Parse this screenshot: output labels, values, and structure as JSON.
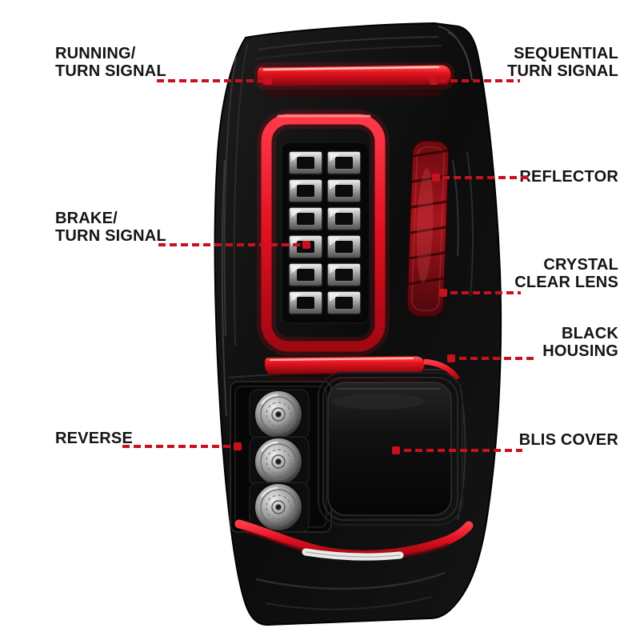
{
  "title": "Tail light features diagram",
  "colors": {
    "accent_red": "#c8111e",
    "text": "#141414",
    "background": "#ffffff"
  },
  "callouts": {
    "running": {
      "label": "RUNNING/\nTURN SIGNAL"
    },
    "sequential": {
      "label": "SEQUENTIAL\nTURN SIGNAL"
    },
    "reflector": {
      "label": "REFLECTOR"
    },
    "brake": {
      "label": "BRAKE/\nTURN SIGNAL"
    },
    "crystal": {
      "label": "CRYSTAL\nCLEAR LENS"
    },
    "housing": {
      "label": "BLACK\nHOUSING"
    },
    "reverse": {
      "label": "REVERSE"
    },
    "blis": {
      "label": "BLIS COVER"
    }
  }
}
